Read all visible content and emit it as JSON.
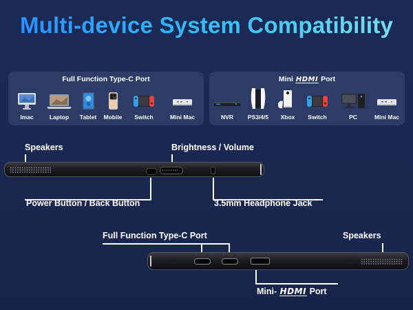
{
  "title": "Multi-device System Compatibility",
  "typec_panel": {
    "title": "Full Function Type-C Port",
    "devices": [
      {
        "label": "Imac",
        "icon": "imac-icon"
      },
      {
        "label": "Laptop",
        "icon": "laptop-icon"
      },
      {
        "label": "Tablet",
        "icon": "tablet-icon"
      },
      {
        "label": "Mobile",
        "icon": "phone-icon"
      },
      {
        "label": "Switch",
        "icon": "game-console-icon"
      },
      {
        "label": "Mini Mac",
        "icon": "mini-mac-icon"
      }
    ]
  },
  "hdmi_panel": {
    "title_prefix": "Mini",
    "hdmi_logo": "HDMI",
    "title_suffix": "Port",
    "devices": [
      {
        "label": "NVR",
        "icon": "nvr-icon"
      },
      {
        "label": "PS3/4/5",
        "icon": "playstation-icon"
      },
      {
        "label": "Xbox",
        "icon": "xbox-icon"
      },
      {
        "label": "Switch",
        "icon": "game-console-icon"
      },
      {
        "label": "PC",
        "icon": "desktop-pc-icon"
      },
      {
        "label": "Mini Mac",
        "icon": "mini-mac-icon"
      }
    ]
  },
  "top_view_callouts": {
    "speakers": "Speakers",
    "brightness_volume": "Brightness / Volume",
    "power_back": "Power Button / Back Button",
    "headphone": "3.5mm Headphone Jack"
  },
  "bottom_view_callouts": {
    "typec": "Full Function Type-C Port",
    "speakers": "Speakers",
    "hdmi_prefix": "Mini-",
    "hdmi_logo": "HDMI",
    "hdmi_suffix": "Port"
  },
  "colors": {
    "background": "#1b2a55",
    "panel": "#2c3c66",
    "title_gradient_start": "#2a8cff",
    "title_gradient_end": "#7fe3f0"
  }
}
